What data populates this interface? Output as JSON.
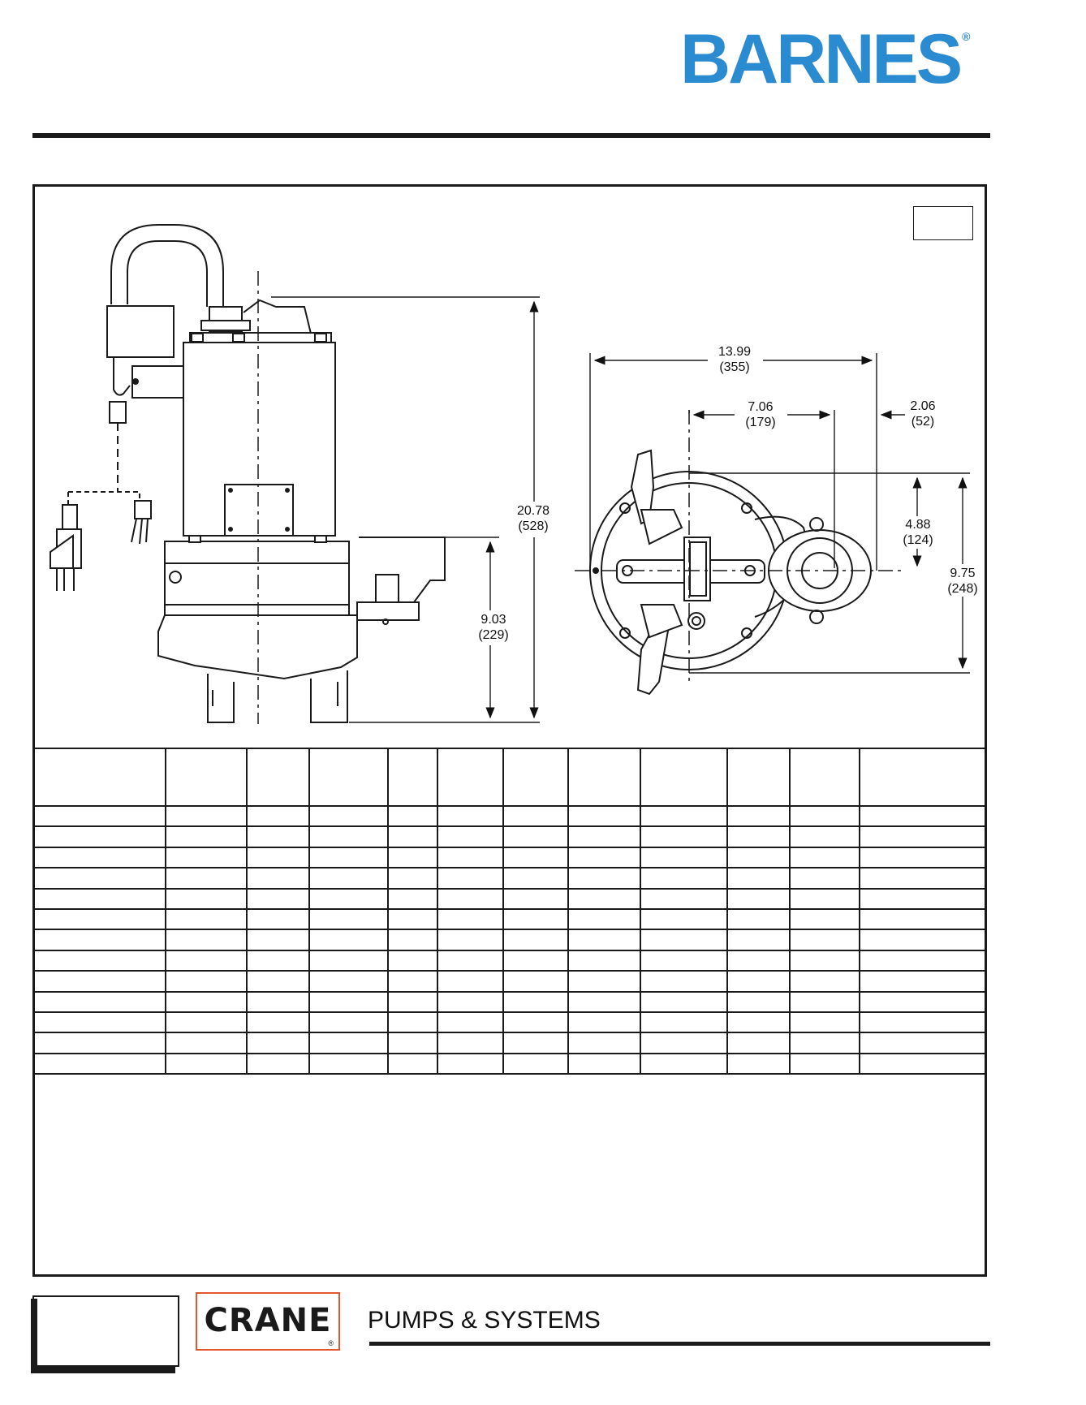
{
  "brand": {
    "name": "BARNES",
    "reg_mark": "®"
  },
  "dimensions": {
    "overall_width": {
      "in": "13.99",
      "mm": "(355)"
    },
    "center_to_discharge": {
      "in": "7.06",
      "mm": "(179)"
    },
    "discharge_offset": {
      "in": "2.06",
      "mm": "(52)"
    },
    "overall_height": {
      "in": "20.78",
      "mm": "(528)"
    },
    "discharge_height": {
      "in": "9.03",
      "mm": "(229)"
    },
    "half_depth": {
      "in": "4.88",
      "mm": "(124)"
    },
    "overall_depth": {
      "in": "9.75",
      "mm": "(248)"
    }
  },
  "table": {
    "columns": 12,
    "rows": 13
  },
  "footer": {
    "crane": "CRANE",
    "crane_reg": "®",
    "tagline": "PUMPS & SYSTEMS"
  }
}
